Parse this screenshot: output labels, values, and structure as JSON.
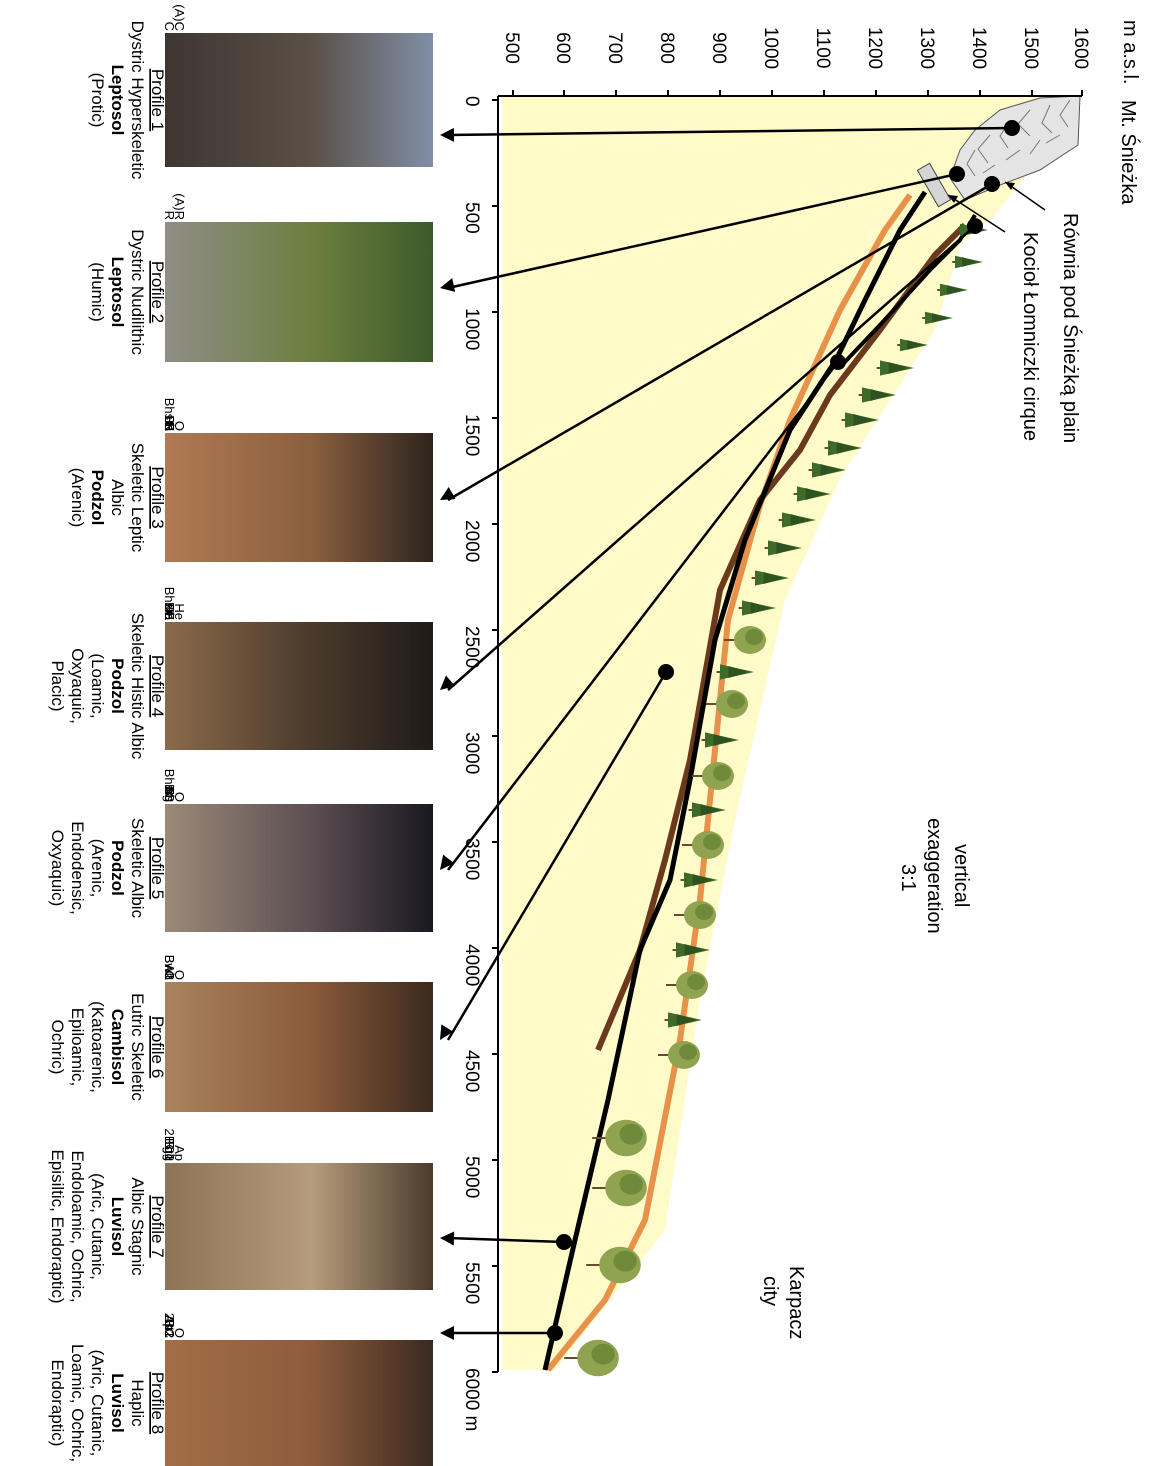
{
  "y_axis": {
    "unit": "m a.s.l.",
    "ticks": [
      "500",
      "600",
      "700",
      "800",
      "900",
      "1000",
      "1100",
      "1200",
      "1300",
      "1400",
      "1500",
      "1600"
    ]
  },
  "x_axis": {
    "ticks": [
      "0",
      "500",
      "1000",
      "1500",
      "2000",
      "2500",
      "3000",
      "3500",
      "4000",
      "4500",
      "5000",
      "5500",
      "6000 m"
    ]
  },
  "places": {
    "summit": "Mt. Śnieżka",
    "plain": "Równia pod Śnieżką plain",
    "cirque": "Kocioł Łomniczki cirque",
    "city_line1": "Karpacz",
    "city_line2": "city"
  },
  "exaggeration": {
    "line1": "vertical",
    "line2": "exaggeration",
    "line3": "3:1"
  },
  "colors": {
    "profile_fill": "#fffbc9",
    "soil_orange": "#e8914a",
    "soil_brown": "#6b3a1c",
    "soil_black": "#000000",
    "rock": "#d9d9d9",
    "spruce": "#3f6b2a",
    "deciduous": "#8fa351"
  },
  "profiles": [
    {
      "title": "Profile 1",
      "l1": "Dystric Hyperskeletic",
      "l2": "Leptosol",
      "l3": "(Protic)",
      "l4": "",
      "l5": "",
      "horizons": [
        "(A)C",
        "C"
      ],
      "photo": [
        "#7f8fa6",
        "#5b5047",
        "#3d3631"
      ]
    },
    {
      "title": "Profile 2",
      "l1": "Dystric Nudilithic",
      "l2": "Leptosol",
      "l3": "(Humic)",
      "l4": "",
      "l5": "",
      "horizons": [
        "(A)R",
        "R"
      ],
      "photo": [
        "#3d5a2a",
        "#6c7f3f",
        "#8f8d86"
      ]
    },
    {
      "title": "Profile 3",
      "l1": "Skeletic Leptic",
      "l2": "Albic",
      "l3": "Podzol",
      "l4": "(Arenic)",
      "l5": "",
      "horizons": [
        "O",
        "E",
        "Bh",
        "Bhsm",
        "Bs",
        "C",
        "R"
      ],
      "photo": [
        "#2d241e",
        "#8a5f3e",
        "#b07a55"
      ]
    },
    {
      "title": "Profile 4",
      "l1": "Skeletic Histic Albic",
      "l2": "Podzol",
      "l3": "(Loamic,",
      "l4": "Oxyaquic,",
      "l5": "Placic)",
      "horizons": [
        "He",
        "Ha",
        "E",
        "Bh",
        "Bhsm",
        "BC"
      ],
      "photo": [
        "#1f1b18",
        "#4a3a2c",
        "#8b6a4a"
      ]
    },
    {
      "title": "Profile 5",
      "l1": "Skeletic Albic",
      "l2": "Podzol",
      "l3": "(Arenic,",
      "l4": "Endodensic,",
      "l5": "Oxyaquic)",
      "horizons": [
        "O",
        "Ah",
        "Eg",
        "Bhsm",
        "Bs",
        "BC",
        "C"
      ],
      "photo": [
        "#1a1820",
        "#5b4e52",
        "#9b8a78"
      ]
    },
    {
      "title": "Profile 6",
      "l1": "Eutric Skeletic",
      "l2": "Cambisol",
      "l3": "(Katoarenic,",
      "l4": "Epiloamic,",
      "l5": "Ochric)",
      "horizons": [
        "O",
        "Ah",
        "Bw1",
        "Bw2",
        "C"
      ],
      "photo": [
        "#3b2a1d",
        "#8a5a3a",
        "#a9835f"
      ]
    },
    {
      "title": "Profile 7",
      "l1": "Albic Stagnic",
      "l2": "Luvisol",
      "l3": "(Aric, Cutanic,",
      "l4": "Endoloamic, Ochric,",
      "l5": "Episiltic, Endoraptic)",
      "horizons": [
        "Ap",
        "Eg1",
        "Eg2",
        "Btg",
        "2BCg"
      ],
      "photo": [
        "#4c3b2c",
        "#b59c7c",
        "#8e7356"
      ]
    },
    {
      "title": "Profile 8",
      "l1": "Haplic",
      "l2": "Luvisol",
      "l3": "(Aric, Cutanic,",
      "l4": "Loamic, Ochric,",
      "l5": "Endoraptic)",
      "horizons": [
        "O",
        "Ap1",
        "Ap2",
        "Bt1",
        "Bt2",
        "2BC"
      ],
      "photo": [
        "#3a2a20",
        "#8d5c3c",
        "#a26d48"
      ]
    }
  ]
}
